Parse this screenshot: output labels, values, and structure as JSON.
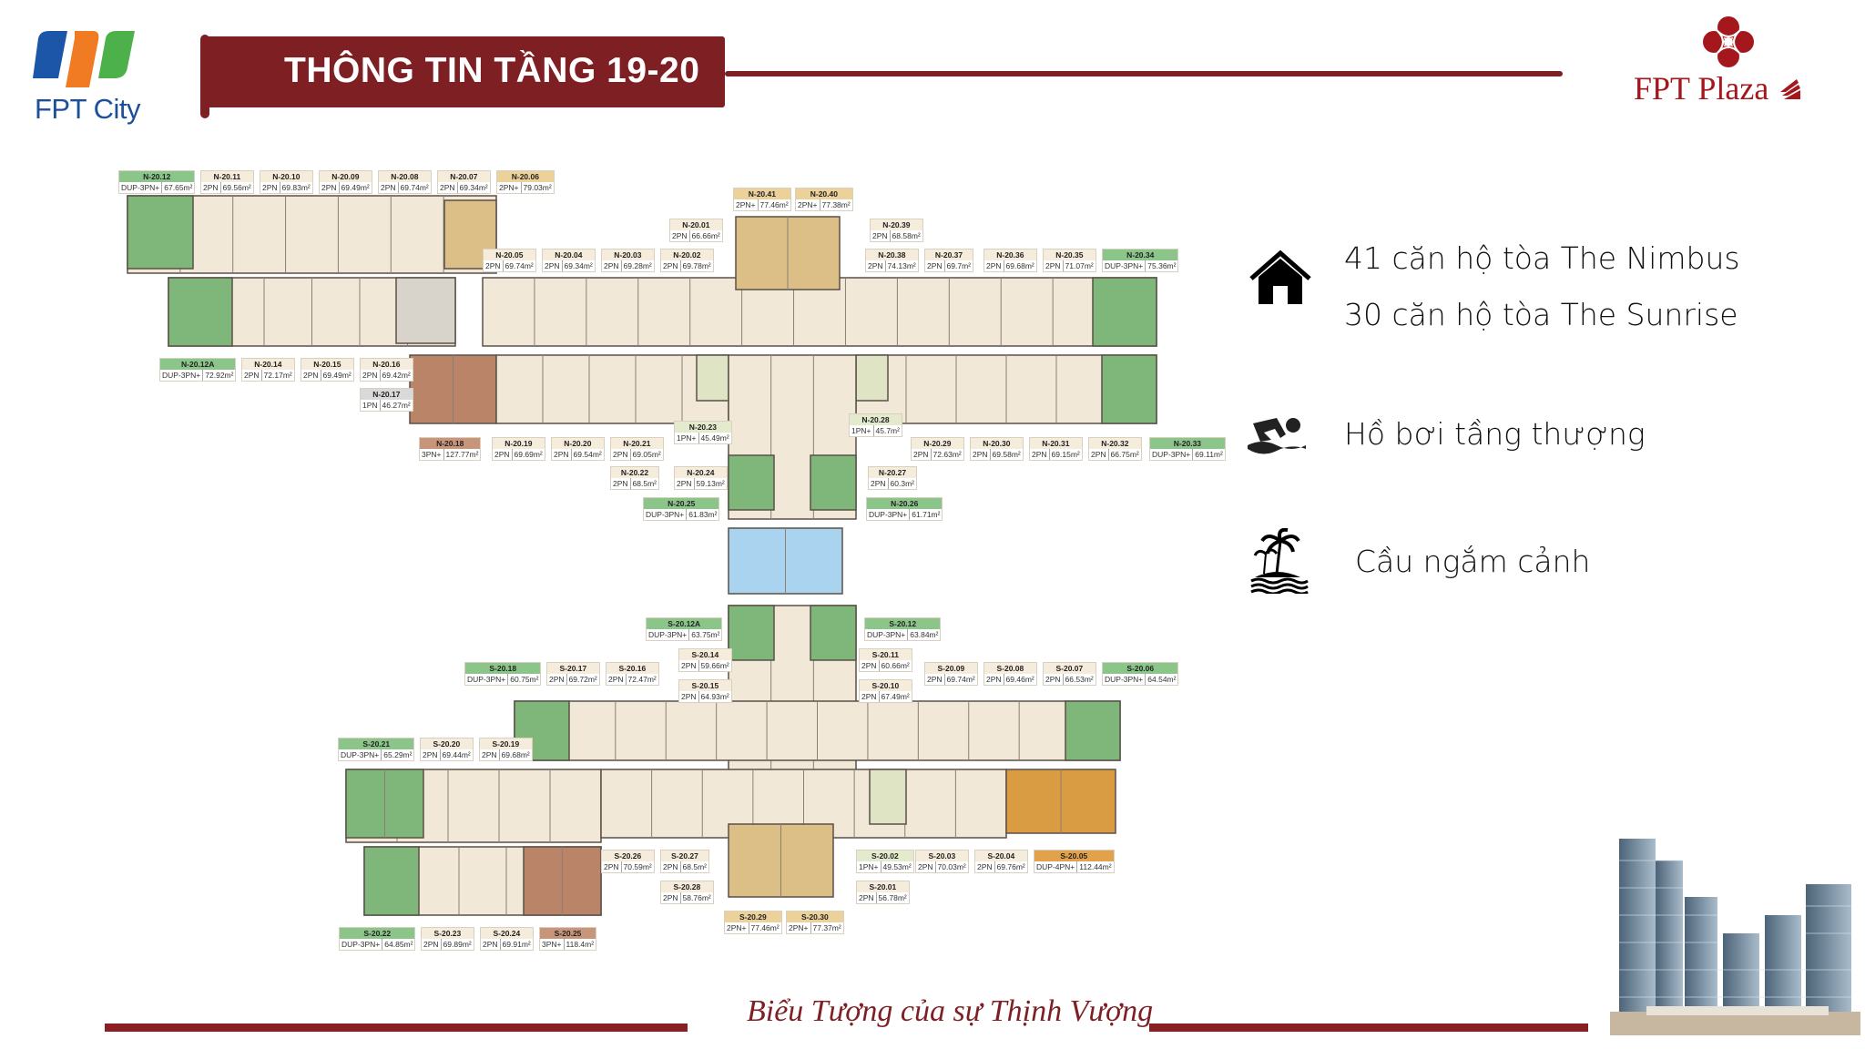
{
  "header": {
    "left_logo_text": "FPT City",
    "title": "THÔNG TIN TẦNG 19-20",
    "right_logo_text": "FPT Plaza"
  },
  "info": [
    {
      "icon": "house-icon",
      "lines": [
        "41 căn hộ tòa The Nimbus",
        "30 căn hộ tòa The Sunrise"
      ]
    },
    {
      "icon": "swimmer-icon",
      "lines": [
        "Hồ bơi tầng thượng"
      ]
    },
    {
      "icon": "palm-island-icon",
      "lines": [
        "Cầu ngắm cảnh"
      ]
    }
  ],
  "footer": {
    "slogan": "Biểu Tượng của sự Thịnh Vượng"
  },
  "colors": {
    "brand_red": "#7e1f24",
    "duplex_green": "#8cc58a",
    "two_bed_cream": "#f5ecdc",
    "two_bed_plus_tan": "#ecd29a",
    "three_bed_brown": "#c9957a",
    "four_bed_orange": "#e2a24c",
    "one_bed_plus_lime": "#e4ebcc",
    "one_bed_gray": "#d9d9d9",
    "pool_blue": "#a9d3ef"
  },
  "units": [
    {
      "id": "N-20.12",
      "type": "DUP-3PN+",
      "area": "67.65m²",
      "cat": "duplex_green"
    },
    {
      "id": "N-20.11",
      "type": "2PN",
      "area": "69.56m²",
      "cat": "two_bed_cream"
    },
    {
      "id": "N-20.10",
      "type": "2PN",
      "area": "69.83m²",
      "cat": "two_bed_cream"
    },
    {
      "id": "N-20.09",
      "type": "2PN",
      "area": "69.49m²",
      "cat": "two_bed_cream"
    },
    {
      "id": "N-20.08",
      "type": "2PN",
      "area": "69.74m²",
      "cat": "two_bed_cream"
    },
    {
      "id": "N-20.07",
      "type": "2PN",
      "area": "69.34m²",
      "cat": "two_bed_cream"
    },
    {
      "id": "N-20.06",
      "type": "2PN+",
      "area": "79.03m²",
      "cat": "two_bed_plus_tan"
    },
    {
      "id": "N-20.41",
      "type": "2PN+",
      "area": "77.46m²",
      "cat": "two_bed_plus_tan"
    },
    {
      "id": "N-20.40",
      "type": "2PN+",
      "area": "77.38m²",
      "cat": "two_bed_plus_tan"
    },
    {
      "id": "N-20.01",
      "type": "2PN",
      "area": "66.66m²",
      "cat": "two_bed_cream"
    },
    {
      "id": "N-20.39",
      "type": "2PN",
      "area": "68.58m²",
      "cat": "two_bed_cream"
    },
    {
      "id": "N-20.05",
      "type": "2PN",
      "area": "69.74m²",
      "cat": "two_bed_cream"
    },
    {
      "id": "N-20.04",
      "type": "2PN",
      "area": "69.34m²",
      "cat": "two_bed_cream"
    },
    {
      "id": "N-20.03",
      "type": "2PN",
      "area": "69.28m²",
      "cat": "two_bed_cream"
    },
    {
      "id": "N-20.02",
      "type": "2PN",
      "area": "69.78m²",
      "cat": "two_bed_cream"
    },
    {
      "id": "N-20.38",
      "type": "2PN",
      "area": "74.13m²",
      "cat": "two_bed_cream"
    },
    {
      "id": "N-20.37",
      "type": "2PN",
      "area": "69.7m²",
      "cat": "two_bed_cream"
    },
    {
      "id": "N-20.36",
      "type": "2PN",
      "area": "69.68m²",
      "cat": "two_bed_cream"
    },
    {
      "id": "N-20.35",
      "type": "2PN",
      "area": "71.07m²",
      "cat": "two_bed_cream"
    },
    {
      "id": "N-20.34",
      "type": "DUP-3PN+",
      "area": "75.36m²",
      "cat": "duplex_green"
    },
    {
      "id": "N-20.12A",
      "type": "DUP-3PN+",
      "area": "72.92m²",
      "cat": "duplex_green"
    },
    {
      "id": "N-20.14",
      "type": "2PN",
      "area": "72.17m²",
      "cat": "two_bed_cream"
    },
    {
      "id": "N-20.15",
      "type": "2PN",
      "area": "69.49m²",
      "cat": "two_bed_cream"
    },
    {
      "id": "N-20.16",
      "type": "2PN",
      "area": "69.42m²",
      "cat": "two_bed_cream"
    },
    {
      "id": "N-20.17",
      "type": "1PN",
      "area": "46.27m²",
      "cat": "one_bed_gray"
    },
    {
      "id": "N-20.18",
      "type": "3PN+",
      "area": "127.77m²",
      "cat": "three_bed_brown"
    },
    {
      "id": "N-20.19",
      "type": "2PN",
      "area": "69.69m²",
      "cat": "two_bed_cream"
    },
    {
      "id": "N-20.20",
      "type": "2PN",
      "area": "69.54m²",
      "cat": "two_bed_cream"
    },
    {
      "id": "N-20.21",
      "type": "2PN",
      "area": "69.05m²",
      "cat": "two_bed_cream"
    },
    {
      "id": "N-20.23",
      "type": "1PN+",
      "area": "45.49m²",
      "cat": "one_bed_plus_lime"
    },
    {
      "id": "N-20.22",
      "type": "2PN",
      "area": "68.5m²",
      "cat": "two_bed_cream"
    },
    {
      "id": "N-20.24",
      "type": "2PN",
      "area": "59.13m²",
      "cat": "two_bed_cream"
    },
    {
      "id": "N-20.25",
      "type": "DUP-3PN+",
      "area": "61.83m²",
      "cat": "duplex_green"
    },
    {
      "id": "N-20.28",
      "type": "1PN+",
      "area": "45.7m²",
      "cat": "one_bed_plus_lime"
    },
    {
      "id": "N-20.29",
      "type": "2PN",
      "area": "72.63m²",
      "cat": "two_bed_cream"
    },
    {
      "id": "N-20.30",
      "type": "2PN",
      "area": "69.58m²",
      "cat": "two_bed_cream"
    },
    {
      "id": "N-20.31",
      "type": "2PN",
      "area": "69.15m²",
      "cat": "two_bed_cream"
    },
    {
      "id": "N-20.32",
      "type": "2PN",
      "area": "66.75m²",
      "cat": "two_bed_cream"
    },
    {
      "id": "N-20.33",
      "type": "DUP-3PN+",
      "area": "69.11m²",
      "cat": "duplex_green"
    },
    {
      "id": "N-20.27",
      "type": "2PN",
      "area": "60.3m²",
      "cat": "two_bed_cream"
    },
    {
      "id": "N-20.26",
      "type": "DUP-3PN+",
      "area": "61.71m²",
      "cat": "duplex_green"
    },
    {
      "id": "S-20.12A",
      "type": "DUP-3PN+",
      "area": "63.75m²",
      "cat": "duplex_green"
    },
    {
      "id": "S-20.12",
      "type": "DUP-3PN+",
      "area": "63.84m²",
      "cat": "duplex_green"
    },
    {
      "id": "S-20.14",
      "type": "2PN",
      "area": "59.66m²",
      "cat": "two_bed_cream"
    },
    {
      "id": "S-20.15",
      "type": "2PN",
      "area": "64.93m²",
      "cat": "two_bed_cream"
    },
    {
      "id": "S-20.18",
      "type": "DUP-3PN+",
      "area": "60.75m²",
      "cat": "duplex_green"
    },
    {
      "id": "S-20.17",
      "type": "2PN",
      "area": "69.72m²",
      "cat": "two_bed_cream"
    },
    {
      "id": "S-20.16",
      "type": "2PN",
      "area": "72.47m²",
      "cat": "two_bed_cream"
    },
    {
      "id": "S-20.11",
      "type": "2PN",
      "area": "60.66m²",
      "cat": "two_bed_cream"
    },
    {
      "id": "S-20.10",
      "type": "2PN",
      "area": "67.49m²",
      "cat": "two_bed_cream"
    },
    {
      "id": "S-20.09",
      "type": "2PN",
      "area": "69.74m²",
      "cat": "two_bed_cream"
    },
    {
      "id": "S-20.08",
      "type": "2PN",
      "area": "69.46m²",
      "cat": "two_bed_cream"
    },
    {
      "id": "S-20.07",
      "type": "2PN",
      "area": "66.53m²",
      "cat": "two_bed_cream"
    },
    {
      "id": "S-20.06",
      "type": "DUP-3PN+",
      "area": "64.54m²",
      "cat": "duplex_green"
    },
    {
      "id": "S-20.21",
      "type": "DUP-3PN+",
      "area": "65.29m²",
      "cat": "duplex_green"
    },
    {
      "id": "S-20.20",
      "type": "2PN",
      "area": "69.44m²",
      "cat": "two_bed_cream"
    },
    {
      "id": "S-20.19",
      "type": "2PN",
      "area": "69.68m²",
      "cat": "two_bed_cream"
    },
    {
      "id": "S-20.26",
      "type": "2PN",
      "area": "70.59m²",
      "cat": "two_bed_cream"
    },
    {
      "id": "S-20.27",
      "type": "2PN",
      "area": "68.5m²",
      "cat": "two_bed_cream"
    },
    {
      "id": "S-20.28",
      "type": "2PN",
      "area": "58.76m²",
      "cat": "two_bed_cream"
    },
    {
      "id": "S-20.29",
      "type": "2PN+",
      "area": "77.46m²",
      "cat": "two_bed_plus_tan"
    },
    {
      "id": "S-20.30",
      "type": "2PN+",
      "area": "77.37m²",
      "cat": "two_bed_plus_tan"
    },
    {
      "id": "S-20.02",
      "type": "1PN+",
      "area": "49.53m²",
      "cat": "one_bed_plus_lime"
    },
    {
      "id": "S-20.03",
      "type": "2PN",
      "area": "70.03m²",
      "cat": "two_bed_cream"
    },
    {
      "id": "S-20.04",
      "type": "2PN",
      "area": "69.76m²",
      "cat": "two_bed_cream"
    },
    {
      "id": "S-20.05",
      "type": "DUP-4PN+",
      "area": "112.44m²",
      "cat": "four_bed_orange"
    },
    {
      "id": "S-20.01",
      "type": "2PN",
      "area": "56.78m²",
      "cat": "two_bed_cream"
    },
    {
      "id": "S-20.22",
      "type": "DUP-3PN+",
      "area": "64.85m²",
      "cat": "duplex_green"
    },
    {
      "id": "S-20.23",
      "type": "2PN",
      "area": "69.89m²",
      "cat": "two_bed_cream"
    },
    {
      "id": "S-20.24",
      "type": "2PN",
      "area": "69.91m²",
      "cat": "two_bed_cream"
    },
    {
      "id": "S-20.25",
      "type": "3PN+",
      "area": "118.4m²",
      "cat": "three_bed_brown"
    }
  ]
}
